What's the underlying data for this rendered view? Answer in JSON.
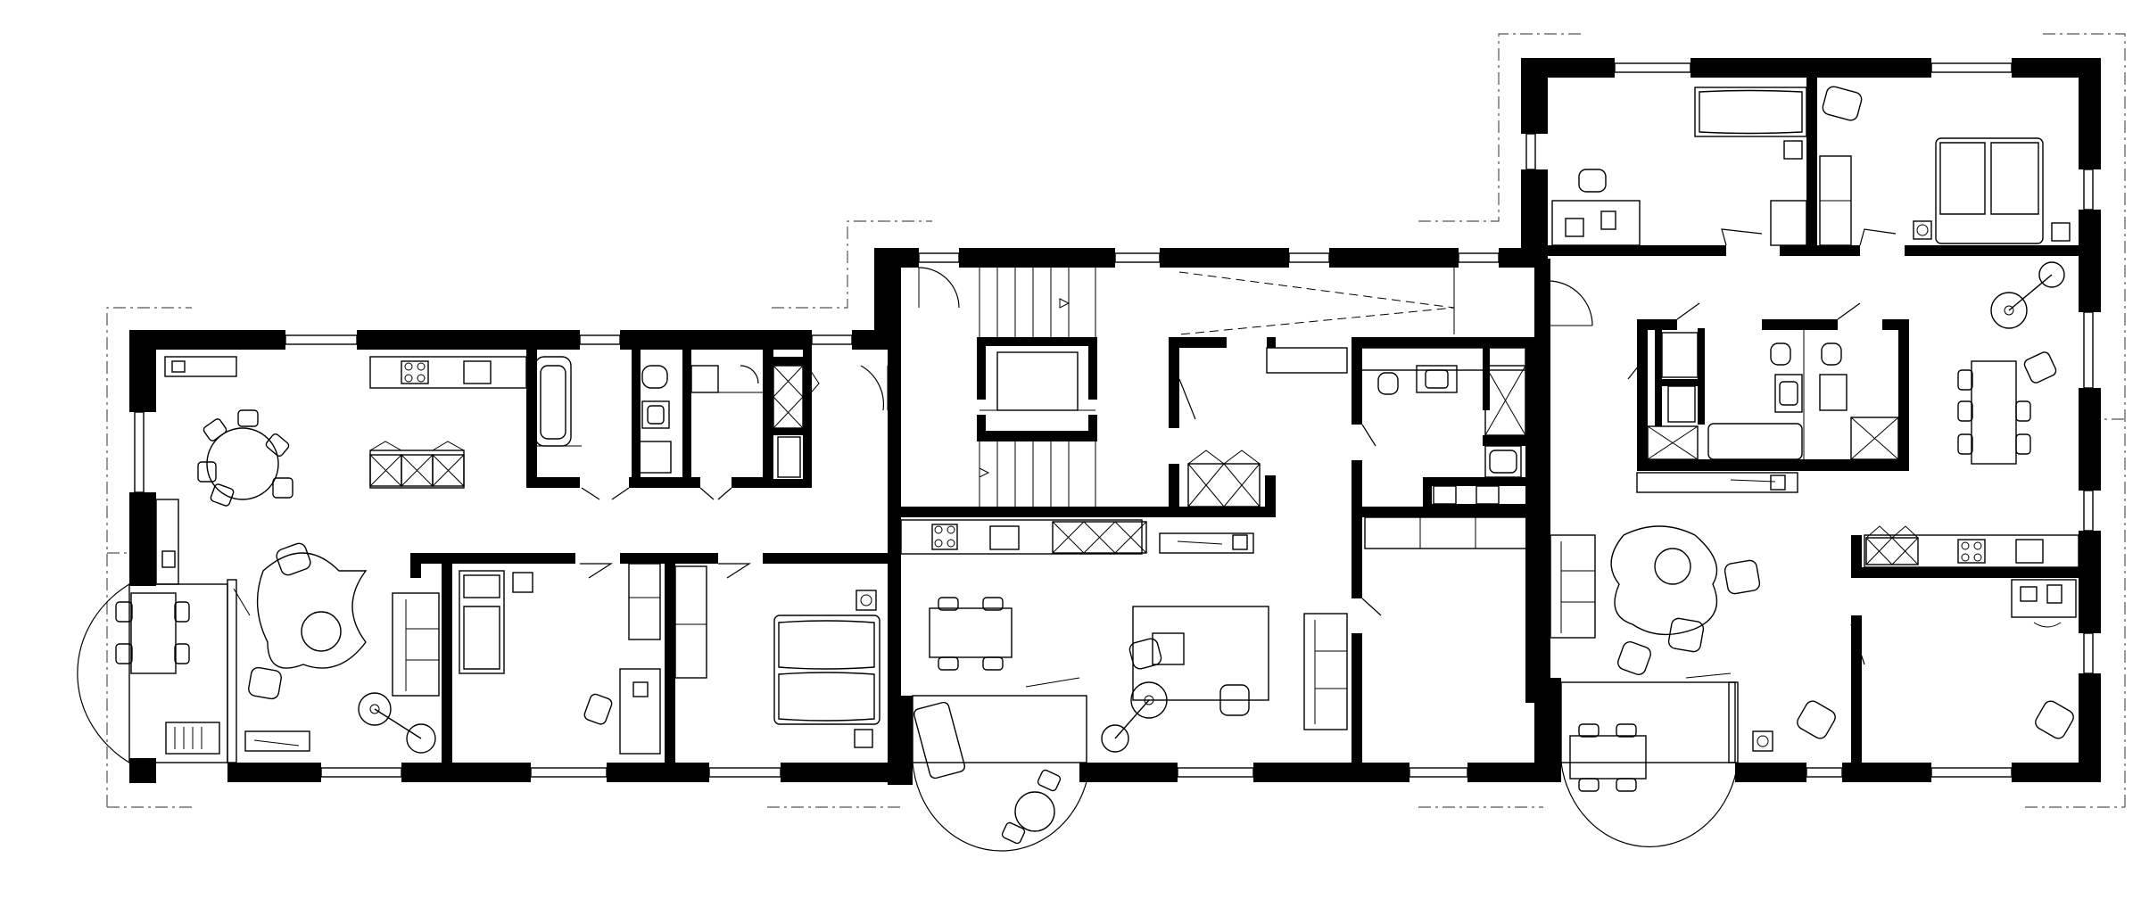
{
  "drawing": {
    "kind": "architectural-floor-plan",
    "units": [
      "apartment-west",
      "apartment-center",
      "apartment-east"
    ],
    "shared": [
      "stairwell",
      "corridor"
    ],
    "colors": {
      "wall": "#000000",
      "background": "#ffffff",
      "line": "#000000",
      "boundary": "#555555"
    }
  }
}
